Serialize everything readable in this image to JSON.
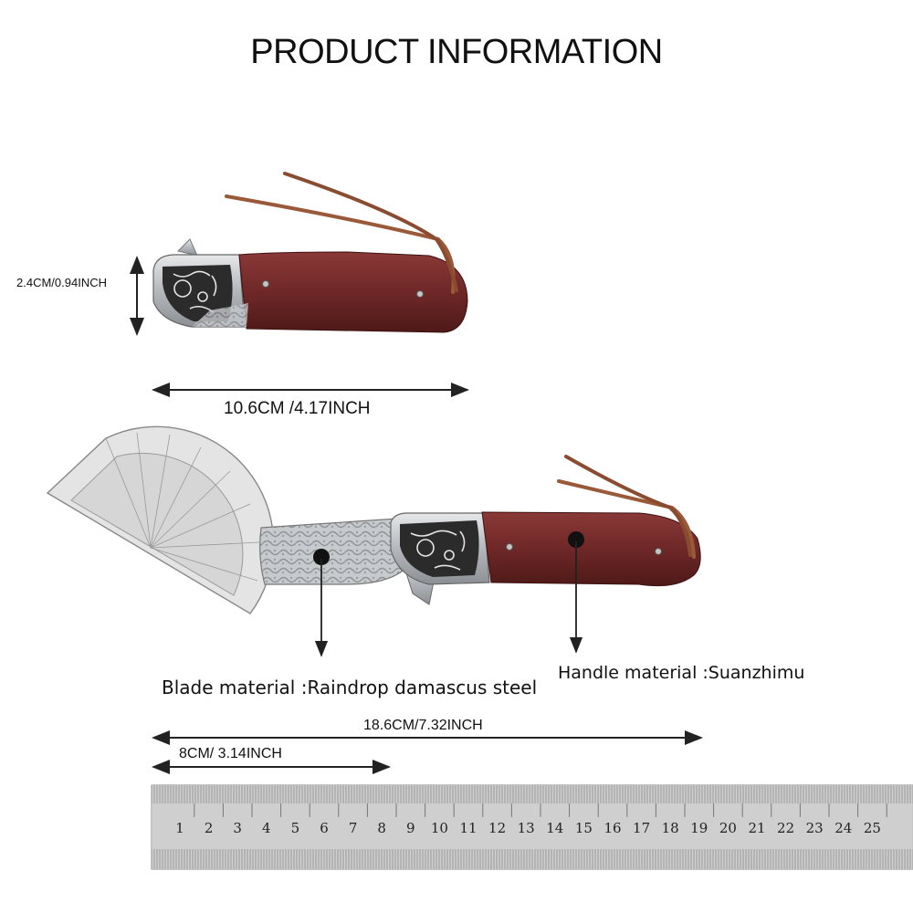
{
  "title": "PRODUCT INFORMATION",
  "dimensions": {
    "closed_height": "2.4CM/0.94INCH",
    "closed_length": "10.6CM /4.17INCH",
    "open_length": "18.6CM/7.32INCH",
    "blade_length": "8CM/ 3.14INCH"
  },
  "materials": {
    "blade": "Blade material :Raindrop damascus steel",
    "handle": "Handle material :Suanzhimu"
  },
  "ruler": {
    "numbers": [
      "1",
      "2",
      "3",
      "4",
      "5",
      "6",
      "7",
      "8",
      "9",
      "10",
      "11",
      "12",
      "13",
      "14",
      "15",
      "16",
      "17",
      "18",
      "19",
      "20",
      "21",
      "22",
      "23",
      "24",
      "25"
    ]
  },
  "colors": {
    "wood": "#7a2f2e",
    "steel": "#b9bcc0",
    "cord": "#9a5a3a",
    "ruler": "#c9c9c9"
  }
}
